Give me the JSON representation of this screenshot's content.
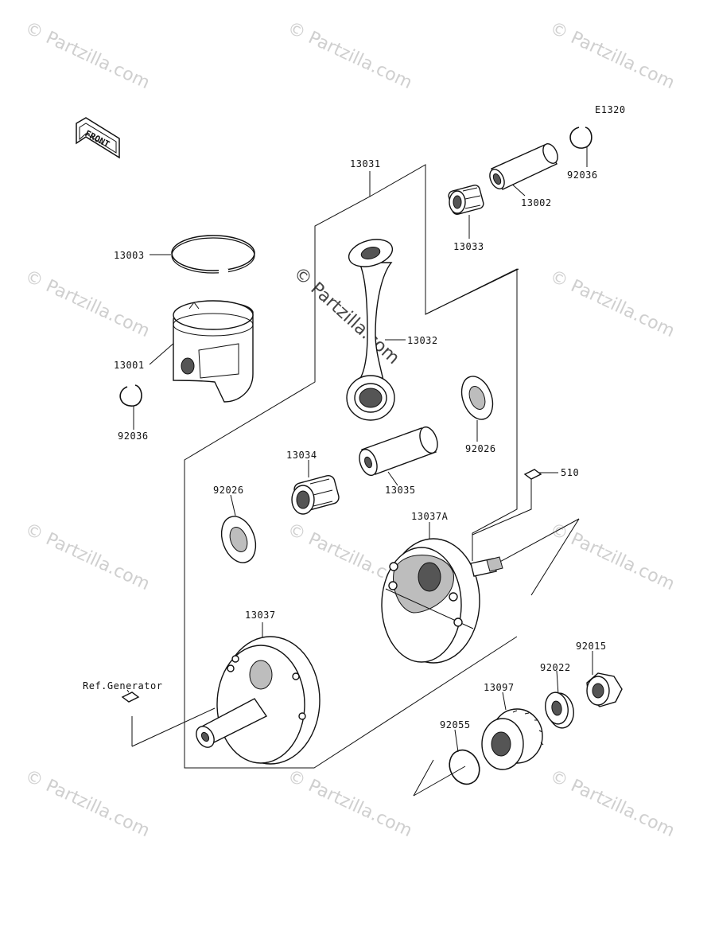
{
  "diagram": {
    "code": "E1320",
    "front_label": "FRONT",
    "ref_label": "Ref.Generator",
    "watermark": "© Partzilla.com",
    "watermark_center": "© Partzilla.com",
    "labels": {
      "p13031": "13031",
      "p13002": "13002",
      "p92036_top": "92036",
      "p13033": "13033",
      "p13003": "13003",
      "p13001": "13001",
      "p13032": "13032",
      "p92036_left": "92036",
      "p92026_right": "92026",
      "p13034": "13034",
      "p13035": "13035",
      "p510": "510",
      "p92026_left": "92026",
      "p13037A": "13037A",
      "p13037": "13037",
      "p92015": "92015",
      "p92022": "92022",
      "p13097": "13097",
      "p92055": "92055"
    }
  }
}
